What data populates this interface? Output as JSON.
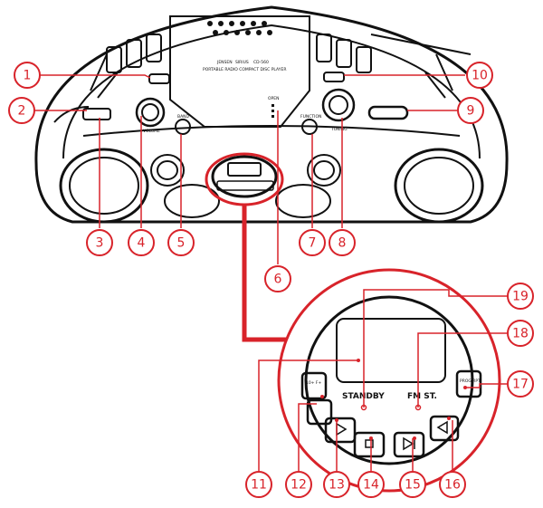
{
  "device_text": {
    "brand_a": "JENSEN",
    "brand_b": "SIRIUS",
    "model": "CD-560",
    "description": "PORTABLE RADIO COMPACT DISC PLAYER",
    "open": "OPEN",
    "volume": "VOLUME",
    "tuning": "TUNING",
    "band": "BAND",
    "function": "FUNCTION"
  },
  "panel_text": {
    "standby": "STANDBY",
    "fm_st": "FM ST.",
    "skip_plus": "10+ F+",
    "prog_rpt": "PROG RPT"
  },
  "callouts": [
    {
      "id": "callout-1",
      "label": "1"
    },
    {
      "id": "callout-2",
      "label": "2"
    },
    {
      "id": "callout-3",
      "label": "3"
    },
    {
      "id": "callout-4",
      "label": "4"
    },
    {
      "id": "callout-5",
      "label": "5"
    },
    {
      "id": "callout-6",
      "label": "6"
    },
    {
      "id": "callout-7",
      "label": "7"
    },
    {
      "id": "callout-8",
      "label": "8"
    },
    {
      "id": "callout-9",
      "label": "9"
    },
    {
      "id": "callout-10",
      "label": "10"
    },
    {
      "id": "callout-11",
      "label": "11"
    },
    {
      "id": "callout-12",
      "label": "12"
    },
    {
      "id": "callout-13",
      "label": "13"
    },
    {
      "id": "callout-14",
      "label": "14"
    },
    {
      "id": "callout-15",
      "label": "15"
    },
    {
      "id": "callout-16",
      "label": "16"
    },
    {
      "id": "callout-17",
      "label": "17"
    },
    {
      "id": "callout-18",
      "label": "18"
    },
    {
      "id": "callout-19",
      "label": "19"
    }
  ],
  "colors": {
    "accent": "#d8232a",
    "outline": "#111111",
    "background": "#ffffff"
  }
}
